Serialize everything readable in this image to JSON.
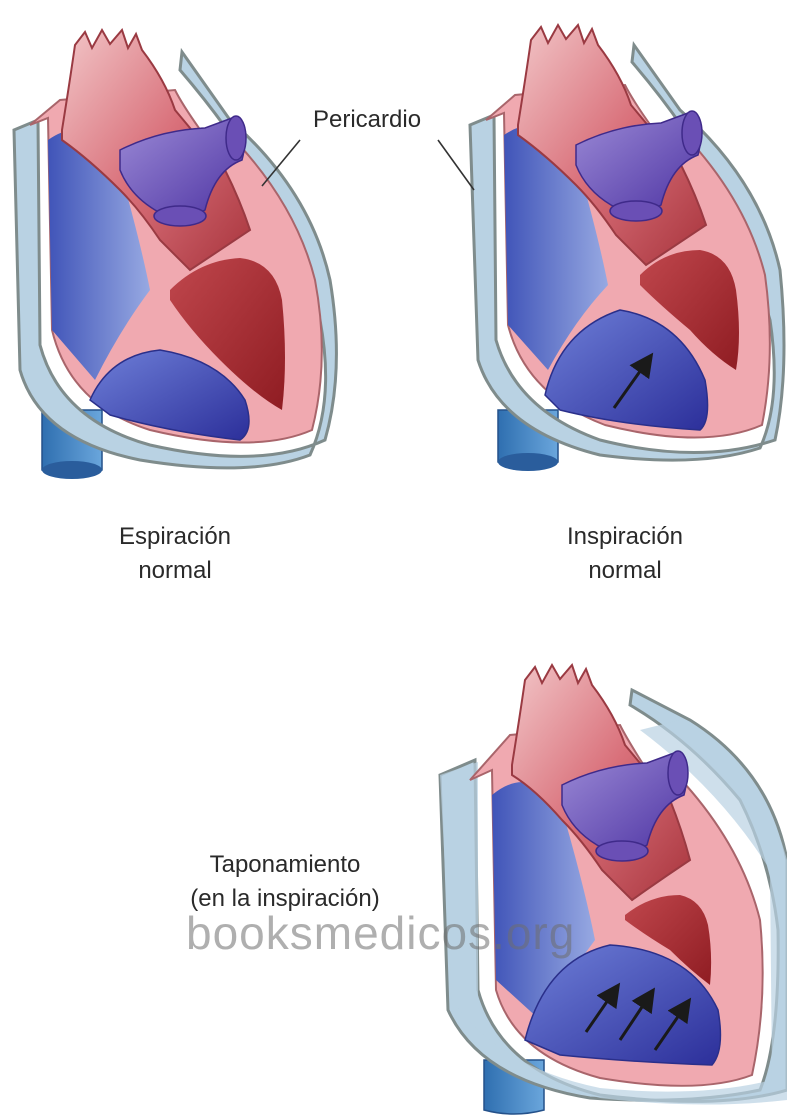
{
  "labels": {
    "pericardio": "Pericardio",
    "espiracion": [
      "Espiración",
      "normal"
    ],
    "inspiracion": [
      "Inspiración",
      "normal"
    ],
    "taponamiento": [
      "Taponamiento",
      "(en la inspiración)"
    ]
  },
  "watermark": "booksmedicos.org",
  "colors": {
    "pericardium": "#b9d2e3",
    "pericardium_outline": "#7f8c8c",
    "myocardium": "#f0a9b0",
    "left_heart_dark": "#b3282d",
    "right_heart_blue": "#3b4bb8",
    "vessel_purple": "#6a4fb5",
    "vena_cava": "#3a7fc0",
    "arrow": "#1a1a1a"
  },
  "icons": [
    "heart-diagram",
    "arrow-icon"
  ]
}
